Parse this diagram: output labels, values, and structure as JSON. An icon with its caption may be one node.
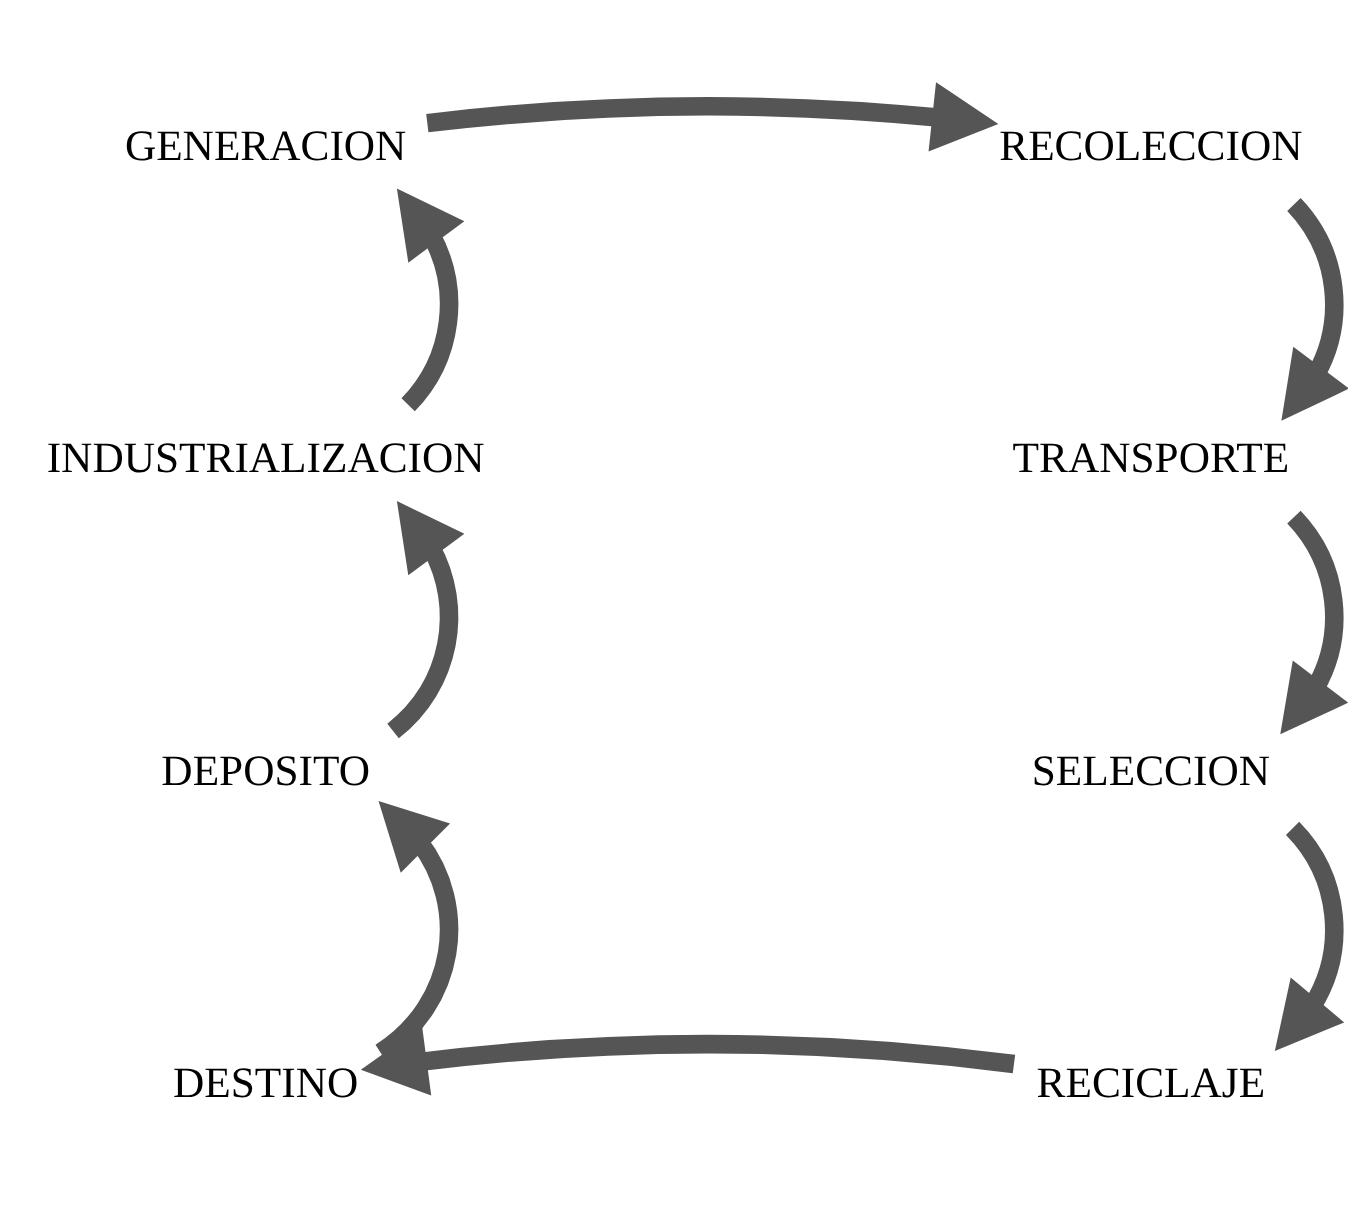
{
  "diagram": {
    "nodes": [
      {
        "text": [
          "GENERACION"
        ]
      },
      {
        "text": [
          "RECOLECCION"
        ]
      },
      {
        "text": [
          "INDUSTRIALIZACION"
        ]
      },
      {
        "text": [
          "TRANSPORTE"
        ]
      },
      {
        "text": [
          "DEPOSITO"
        ]
      },
      {
        "text": [
          "SELECCION"
        ]
      },
      {
        "text": [
          "DESTINO"
        ]
      },
      {
        "text": [
          "RECICLAJE"
        ]
      }
    ],
    "edges": [
      {
        "from": 0,
        "to": 1,
        "arrow": "to"
      },
      {
        "from": 1,
        "to": 3,
        "arrow": "to"
      },
      {
        "from": 3,
        "to": 5,
        "arrow": "to"
      },
      {
        "from": 5,
        "to": 7,
        "arrow": "to"
      },
      {
        "from": 7,
        "to": 6,
        "arrow": "to"
      },
      {
        "from": 6,
        "to": 4,
        "arrow": "to"
      },
      {
        "from": 4,
        "to": 2,
        "arrow": "to"
      },
      {
        "from": 2,
        "to": 0,
        "arrow": "to"
      }
    ]
  }
}
